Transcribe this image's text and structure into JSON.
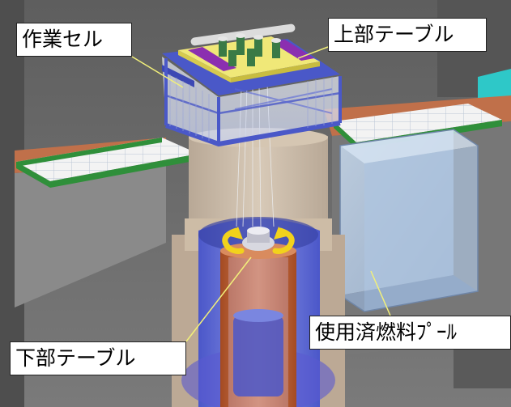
{
  "labels": {
    "work_cell": "作業セル",
    "upper_table": "上部テーブル",
    "spent_fuel_pool": "使用済燃料ﾌﾟｰﾙ",
    "lower_table": "下部テーブル"
  },
  "colors": {
    "background_wall": "#6b6b6b",
    "floor_orange": "#c0704a",
    "grating_green": "#2f8f3a",
    "cell_frame_blue": "#4a58c8",
    "table_yellow": "#f0e878",
    "pool_glass": "#b8cde6",
    "vessel_orange": "#b0562a",
    "concrete_beige": "#c9b9a8",
    "arrow_yellow": "#f2d21c",
    "accent_cyan": "#2ec8c8"
  },
  "icons": [
    "rotation-arrow-left-icon",
    "rotation-arrow-right-icon"
  ]
}
